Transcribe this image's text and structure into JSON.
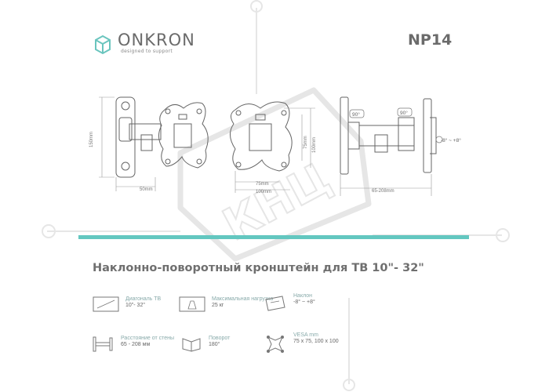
{
  "brand": {
    "name": "ONKRON",
    "tagline": "designed to support"
  },
  "model": "NP14",
  "dimensions": {
    "height": "150mm",
    "wall_offset": "50mm",
    "vesa_small_w": "75mm",
    "vesa_large_w": "100mm",
    "vesa_small_h": "75mm",
    "vesa_large_h": "100mm",
    "extension": "65-208mm",
    "swivel_left": "90°",
    "swivel_right": "90°",
    "tilt": "-8° ~ +8°"
  },
  "watermark": "КНЦ",
  "title": "Наклонно-поворотный кронштейн для ТВ 10\"- 32\"",
  "specs": [
    {
      "icon": "tv-diagonal-icon",
      "label": "Диагональ ТВ",
      "value": "10\"- 32\""
    },
    {
      "icon": "max-load-icon",
      "label": "Максимальная нагрузка",
      "value": "25 кг"
    },
    {
      "icon": "tilt-icon",
      "label": "Наклон",
      "value": "-8° ~ +8°"
    },
    {
      "icon": "wall-distance-icon",
      "label": "Расстояние от стены",
      "value": "65 - 208 мм"
    },
    {
      "icon": "swivel-icon",
      "label": "Поворот",
      "value": "180°"
    },
    {
      "icon": "vesa-icon",
      "label": "VESA mm",
      "value": "75 x 75, 100 x 100"
    }
  ],
  "colors": {
    "accent": "#63c7c0",
    "text": "#6b6b6b",
    "watermark": "#e8e8e8"
  }
}
